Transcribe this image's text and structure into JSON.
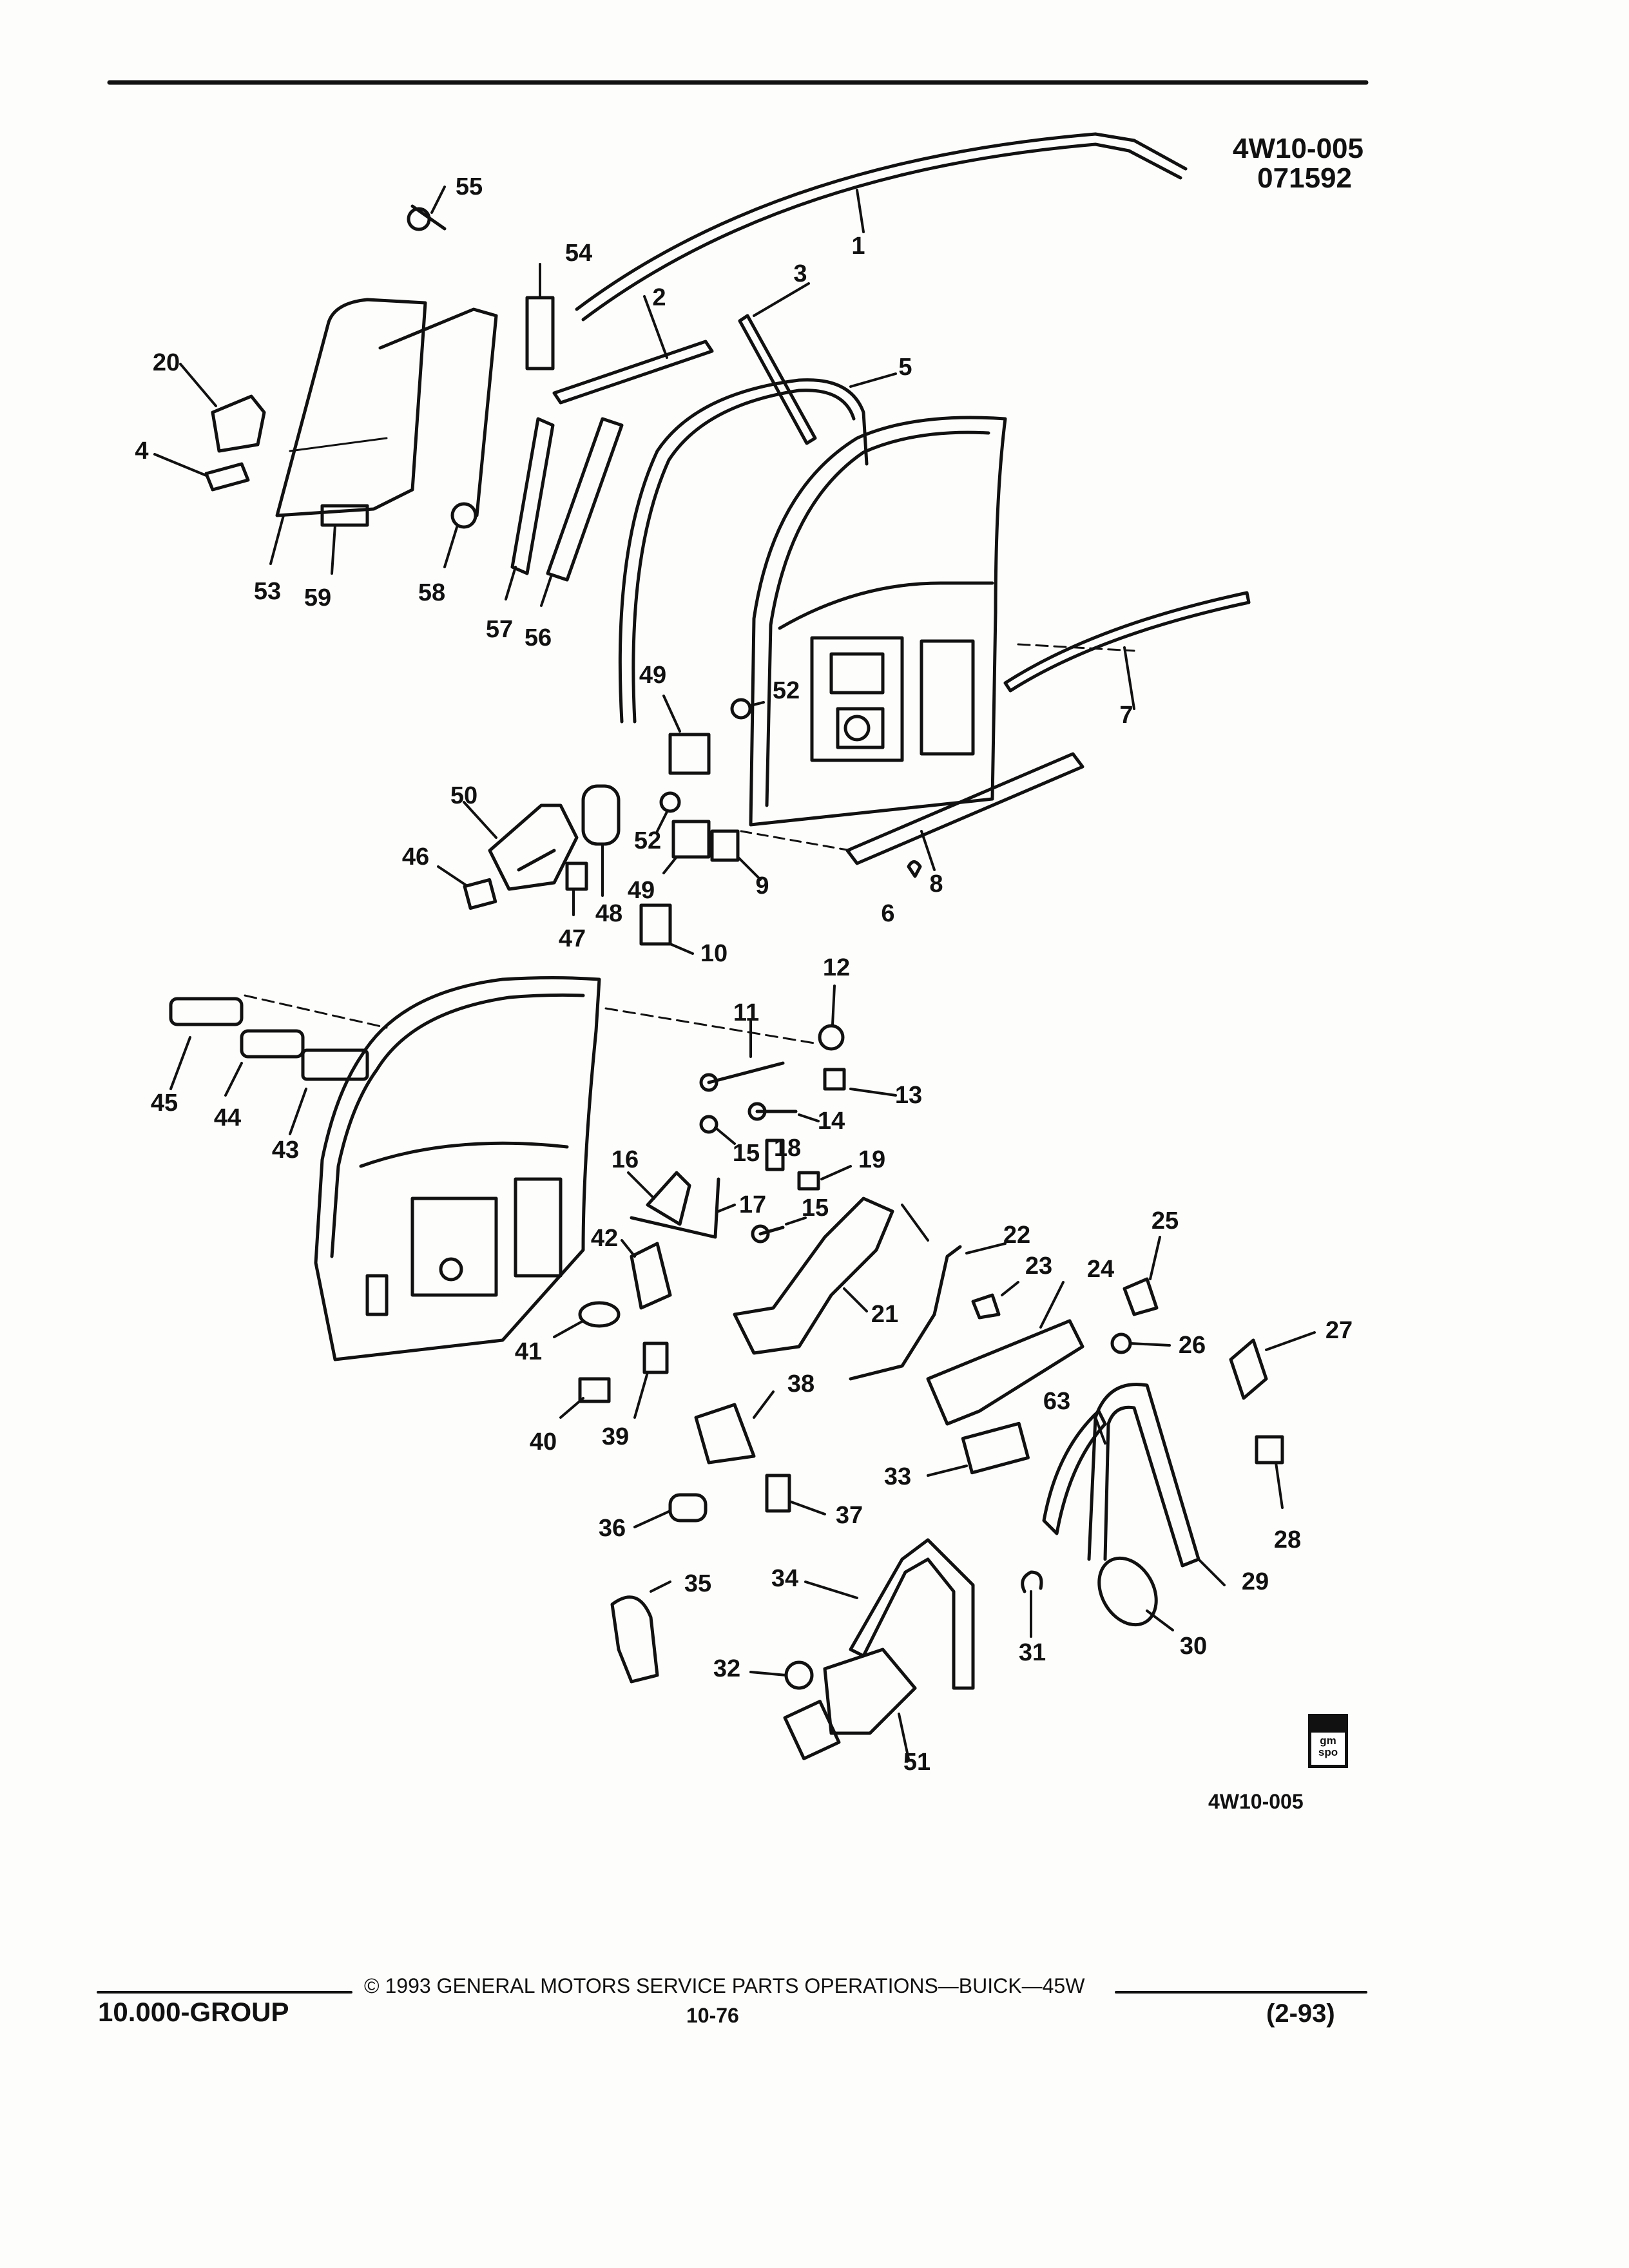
{
  "header": {
    "figure_code": "4W10-005",
    "date_code": "071592"
  },
  "footer": {
    "group": "10.000-GROUP",
    "copyright": "© 1993 GENERAL MOTORS SERVICE PARTS OPERATIONS—BUICK—45W",
    "page_number": "10-76",
    "revision": "(2-93)",
    "figure_code": "4W10-005"
  },
  "badge": {
    "text": "gm spo"
  },
  "callouts": [
    "1",
    "2",
    "3",
    "4",
    "5",
    "6",
    "7",
    "8",
    "9",
    "10",
    "11",
    "12",
    "13",
    "14",
    "15",
    "15",
    "16",
    "17",
    "18",
    "19",
    "20",
    "21",
    "22",
    "23",
    "24",
    "25",
    "26",
    "27",
    "28",
    "29",
    "30",
    "31",
    "32",
    "33",
    "34",
    "35",
    "36",
    "37",
    "38",
    "39",
    "40",
    "41",
    "42",
    "43",
    "44",
    "45",
    "46",
    "47",
    "48",
    "49",
    "49",
    "50",
    "51",
    "52",
    "52",
    "53",
    "54",
    "55",
    "56",
    "57",
    "58",
    "59",
    "63"
  ]
}
